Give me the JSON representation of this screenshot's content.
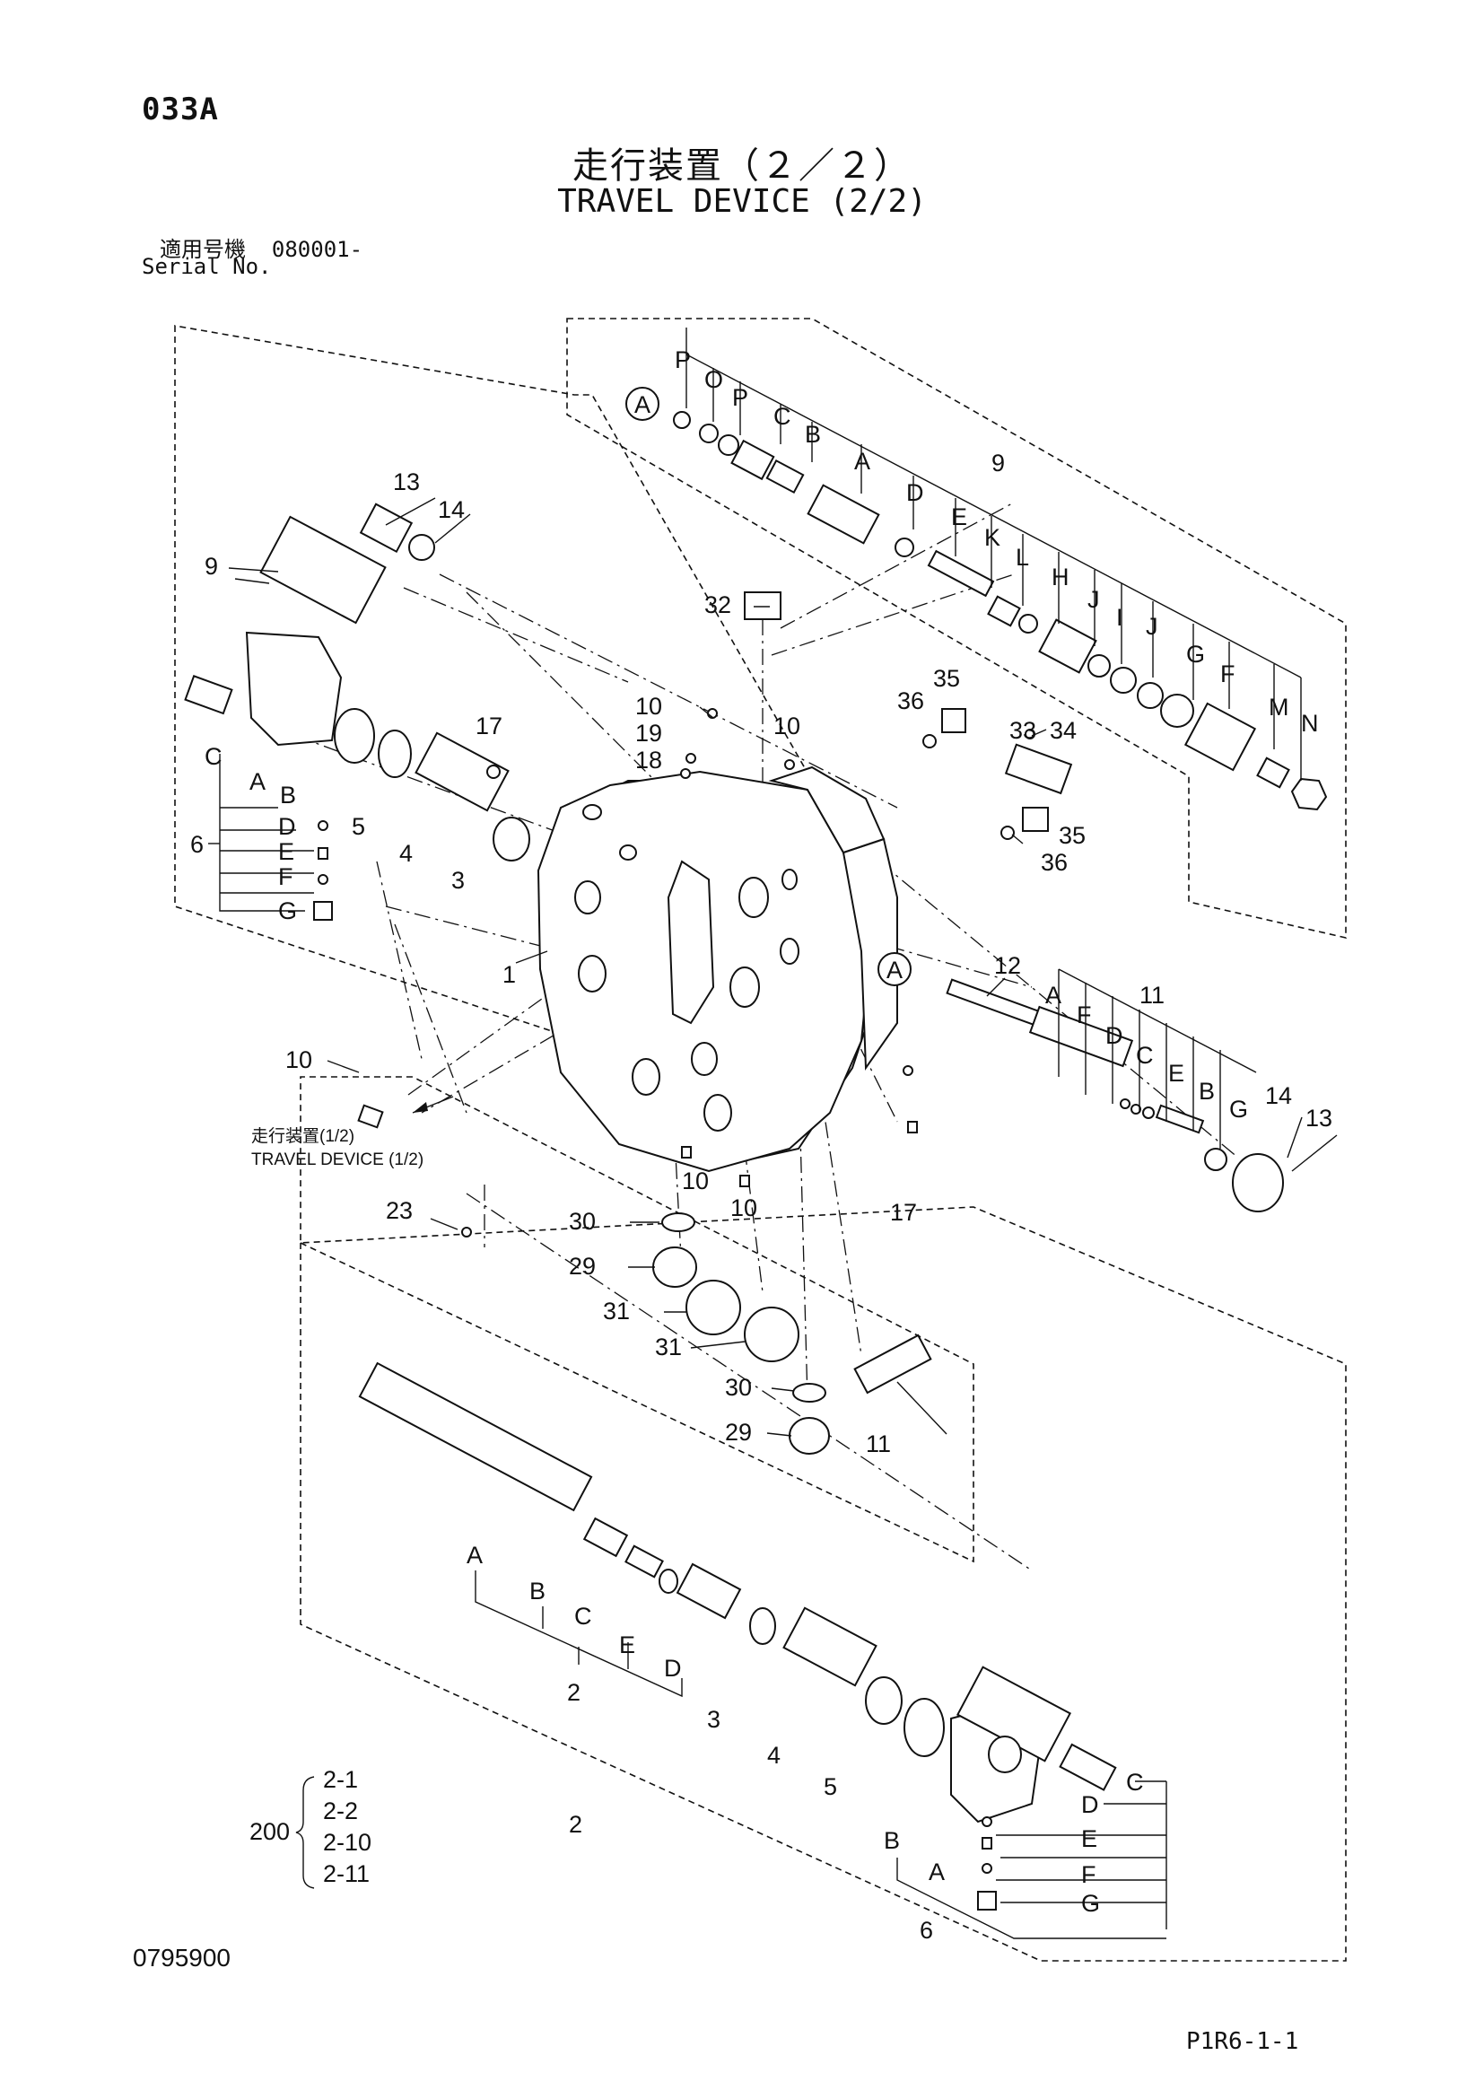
{
  "header": {
    "page_code": "033A",
    "title_jp": "走行装置（２／２）",
    "title_en": "TRAVEL DEVICE (2/2)",
    "serial_label_jp": "適用号機",
    "serial_value": "080001-",
    "serial_label_en": "Serial No."
  },
  "cross_reference": {
    "label_jp": "走行装置(1/2)",
    "label_en": "TRAVEL DEVICE (1/2)"
  },
  "callouts": {
    "ref_a": "A",
    "upper_valve": [
      "P",
      "O",
      "P",
      "C",
      "B",
      "A",
      "D",
      "E",
      "K",
      "L",
      "H",
      "J",
      "I",
      "J",
      "G",
      "F",
      "M",
      "N"
    ],
    "upper_valve_group": "9",
    "left_cover": [
      "13",
      "14",
      "9",
      "17",
      "5",
      "4",
      "3",
      "1",
      "10"
    ],
    "left_cover_group": [
      "C",
      "A",
      "B",
      "D",
      "E",
      "F",
      "G"
    ],
    "left_cover_group_no": "6",
    "center": [
      "32",
      "10",
      "19",
      "18",
      "10",
      "36",
      "35",
      "33",
      "34",
      "35",
      "36"
    ],
    "right_valve": [
      "12",
      "A",
      "F",
      "D",
      "C",
      "E",
      "B",
      "G",
      "14",
      "13"
    ],
    "right_valve_group": "11",
    "lower_center": [
      "23",
      "10",
      "10",
      "17",
      "30",
      "29",
      "31",
      "31",
      "30",
      "29",
      "11"
    ],
    "spool_group": [
      "A",
      "B",
      "C",
      "E",
      "D"
    ],
    "spool_group_no": "2",
    "lower_cover": [
      "3",
      "4",
      "5",
      "B",
      "A",
      "6",
      "2"
    ],
    "lower_cover_group": [
      "C",
      "D",
      "E",
      "F",
      "G"
    ]
  },
  "kit": {
    "number": "200",
    "items": [
      "2-1",
      "2-2",
      "2-10",
      "2-11"
    ]
  },
  "footer": {
    "doc_no": "0795900",
    "page_ref": "P1R6-1-1"
  }
}
